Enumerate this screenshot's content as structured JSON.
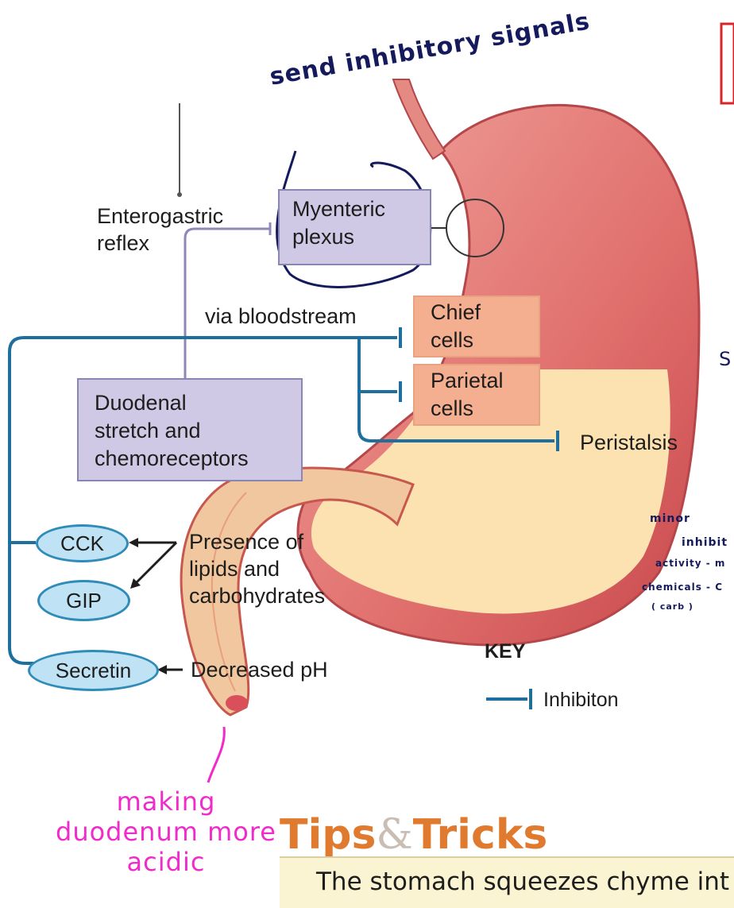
{
  "diagram": {
    "enterogastric_reflex": "Enterogastric\nreflex",
    "myenteric_plexus": "Myenteric\nplexus",
    "via_bloodstream": "via bloodstream",
    "chief_cells": "Chief\ncells",
    "parietal_cells": "Parietal\ncells",
    "peristalsis": "Peristalsis",
    "duodenal_receptors": "Duodenal\nstretch and\nchemoreceptors",
    "cck": "CCK",
    "gip": "GIP",
    "secretin": "Secretin",
    "presence_lipids": "Presence of\nlipids and\ncarbohydrates",
    "decreased_ph": "Decreased pH",
    "key_title": "KEY",
    "key_inhibition": "Inhibiton"
  },
  "annotations": {
    "send_inhibitory": "send inhibitory signals",
    "making_acidic": "making\nduodenum more\nacidic",
    "minor": "minor",
    "inhibit": "inhibit",
    "activity": "activity - m",
    "chemicals": "chemicals - C",
    "carb": "( carb )",
    "s_fragment": "S"
  },
  "tips": {
    "title_word1": "Tips",
    "title_amp": "&",
    "title_word2": "Tricks",
    "text": "The stomach squeezes chyme int"
  },
  "colors": {
    "inhibition_line": "#1f6f9e",
    "purple_box": "#cfc9e6",
    "orange_box": "#f4ae90",
    "oval_fill": "#bfe3f5",
    "handwriting_navy": "#141a5c",
    "handwriting_magenta": "#f02acb",
    "tips_orange": "#e07a2e"
  }
}
